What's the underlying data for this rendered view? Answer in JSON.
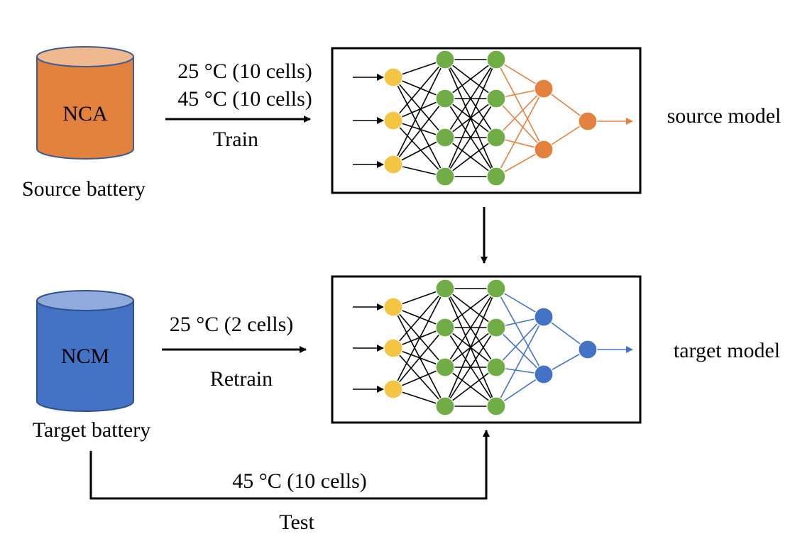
{
  "colors": {
    "source_cylinder_body": "#E3823F",
    "source_cylinder_top": "#EFB98F",
    "source_cylinder_stroke": "#3E5B8A",
    "target_cylinder_body": "#4472C4",
    "target_cylinder_top": "#8FAADC",
    "target_cylinder_stroke": "#2F528F",
    "input_node": "#F4C542",
    "hidden_node": "#70AD47",
    "source_output_node": "#E3823F",
    "target_output_node": "#4472C4",
    "source_output_edge": "#E3823F",
    "target_output_edge": "#4472C4",
    "black": "#000000"
  },
  "source": {
    "cylinder_label": "NCA",
    "battery_label": "Source battery",
    "condition_1": "25 °C (10 cells)",
    "condition_2": "45 °C (10 cells)",
    "action": "Train",
    "model_label": "source model"
  },
  "target": {
    "cylinder_label": "NCM",
    "battery_label": "Target battery",
    "condition": "25 °C (2 cells)",
    "action": "Retrain",
    "model_label": "target model"
  },
  "test": {
    "condition": "45 °C  (10 cells)",
    "action": "Test"
  },
  "network": {
    "layer_sizes": [
      3,
      4,
      4,
      2,
      1
    ]
  }
}
